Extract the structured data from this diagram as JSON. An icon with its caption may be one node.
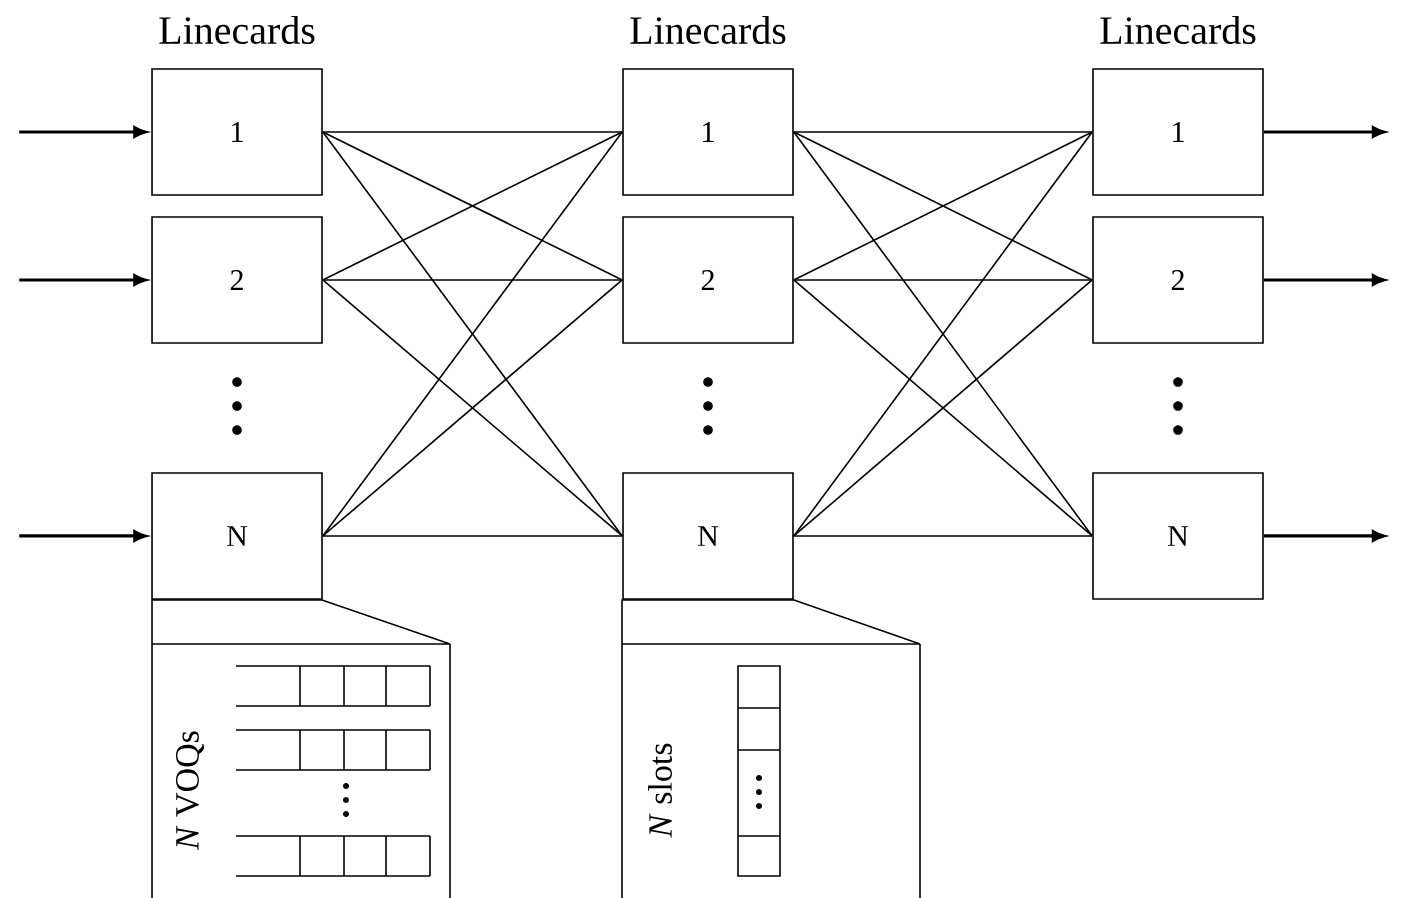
{
  "diagram": {
    "nodes": [
      {
        "text": [
          "1"
        ]
      },
      {
        "text": [
          "2"
        ]
      },
      {
        "text": [
          "N"
        ]
      },
      {
        "text": [
          "1"
        ]
      },
      {
        "text": [
          "2"
        ]
      },
      {
        "text": [
          "N"
        ]
      },
      {
        "text": [
          "1"
        ]
      },
      {
        "text": [
          "2"
        ]
      },
      {
        "text": [
          "N"
        ]
      },
      {
        "text": [
          "*N* VOQs"
        ]
      },
      {
        "text": [
          "*N* slots"
        ]
      }
    ],
    "edges": [
      {
        "from": null,
        "to": 0,
        "arrow": "to"
      },
      {
        "from": null,
        "to": 1,
        "arrow": "to"
      },
      {
        "from": null,
        "to": 2,
        "arrow": "to"
      },
      {
        "from": 0,
        "to": 3,
        "arrow": "none"
      },
      {
        "from": 0,
        "to": 4,
        "arrow": "none"
      },
      {
        "from": 0,
        "to": 5,
        "arrow": "none"
      },
      {
        "from": 1,
        "to": 3,
        "arrow": "none"
      },
      {
        "from": 1,
        "to": 4,
        "arrow": "none"
      },
      {
        "from": 1,
        "to": 5,
        "arrow": "none"
      },
      {
        "from": 2,
        "to": 3,
        "arrow": "none"
      },
      {
        "from": 2,
        "to": 4,
        "arrow": "none"
      },
      {
        "from": 2,
        "to": 5,
        "arrow": "none"
      },
      {
        "from": 3,
        "to": 6,
        "arrow": "none"
      },
      {
        "from": 3,
        "to": 7,
        "arrow": "none"
      },
      {
        "from": 3,
        "to": 8,
        "arrow": "none"
      },
      {
        "from": 4,
        "to": 6,
        "arrow": "none"
      },
      {
        "from": 4,
        "to": 7,
        "arrow": "none"
      },
      {
        "from": 4,
        "to": 8,
        "arrow": "none"
      },
      {
        "from": 5,
        "to": 6,
        "arrow": "none"
      },
      {
        "from": 5,
        "to": 7,
        "arrow": "none"
      },
      {
        "from": 5,
        "to": 8,
        "arrow": "none"
      },
      {
        "from": 6,
        "to": null,
        "arrow": "to"
      },
      {
        "from": 7,
        "to": null,
        "arrow": "to"
      },
      {
        "from": 8,
        "to": null,
        "arrow": "to"
      }
    ],
    "labels": [
      "Linecards",
      "Linecards",
      "Linecards"
    ]
  }
}
